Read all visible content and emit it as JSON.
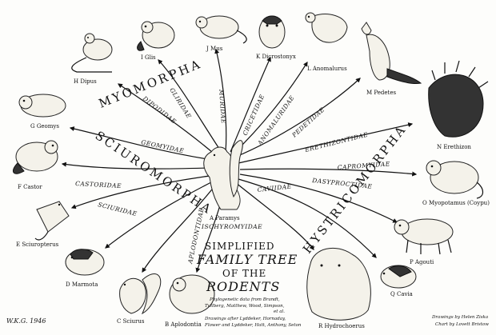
{
  "title": {
    "line1": "SIMPLIFIED",
    "line2": "FAMILY TREE",
    "line3": "OF THE",
    "line4": "RODENTS"
  },
  "credits": {
    "data_source": [
      "Phylogenetic data from Brandt,",
      "Tullberg, Matthew, Wood, Simpson,",
      "et al.",
      "Drawings after Lyddeker, Hornaday,",
      "Flower and Lyddeker, Hatt, Anthony, Seton"
    ],
    "artist": [
      "Drawings by Helen Ziska",
      "Chart by Lovett Bristow"
    ],
    "signature": "W.K.G. 1946"
  },
  "root": {
    "label": "A  Paramys",
    "family": "ISCHYROMYIDAE"
  },
  "groups": {
    "myomorpha": "MYOMORPHA",
    "sciuromorpha": "SCIUROMORPHA",
    "hystricomorpha": "HYSTRICOMORPHA"
  },
  "families": {
    "gliridae": "GLIRIDAE",
    "muridae": "MURIDAE",
    "cricetidae": "CRICETIDAE",
    "anomaluridae": "ANOMALURIDAE",
    "pedetidae": "PEDETIDAE",
    "dipodidae": "DIPODIDAE",
    "geomyidae": "GEOMYIDAE",
    "castoridae": "CASTORIDAE",
    "sciuridae": "SCIURIDAE",
    "aplodontidae": "APLODONTIDAE",
    "erethizontidae": "ERETHIZONTIDAE",
    "capromyidae": "CAPROMYIDAE",
    "dasyproctidae": "DASYPROCTIDAE",
    "caviidae": "CAVIIDAE"
  },
  "animals": {
    "b": "B  Aplodontia",
    "c": "C  Sciurus",
    "d": "D  Marmota",
    "e": "E  Sciuropterus",
    "f": "F  Castor",
    "g": "G  Geomys",
    "h": "H  Dipus",
    "i": "I  Glis",
    "j": "J  Mus",
    "k": "K  Dicrostonyx",
    "l": "L  Anomalurus",
    "m": "M  Pedetes",
    "n": "N  Erethizon",
    "o": "O  Myopotamus (Coypu)",
    "p": "P  Agouti",
    "q": "Q  Cavia",
    "r": "R  Hydrochoerus"
  }
}
